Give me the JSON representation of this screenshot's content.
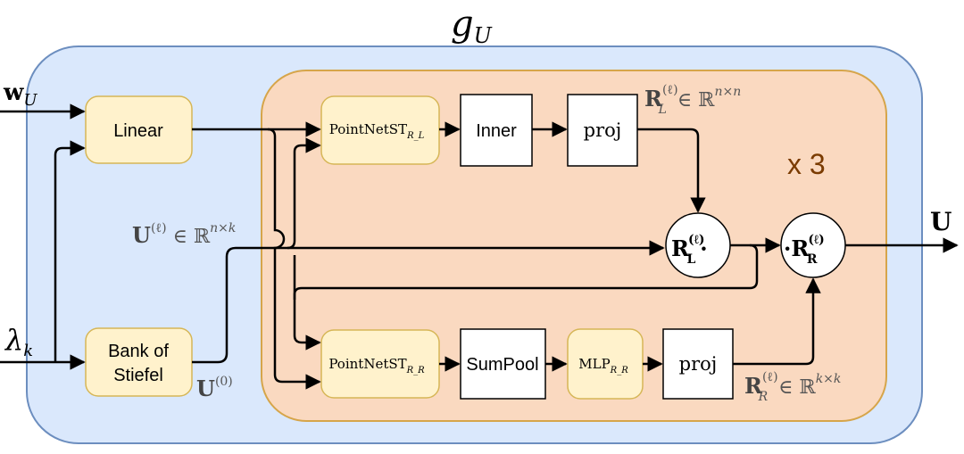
{
  "title": "g_U",
  "outer_container": {
    "label": "g_U"
  },
  "inner_container": {
    "repeat_label": "x 3"
  },
  "inputs": {
    "w_u": "w_U",
    "lambda_k": "λ_k"
  },
  "output": {
    "u": "U"
  },
  "blocks": {
    "linear": "Linear",
    "bank_line1": "Bank of",
    "bank_line2": "Stiefel",
    "pointnet_l": "PointNetST",
    "pointnet_l_sub": "R_L",
    "inner": "Inner",
    "proj_top": "proj",
    "pointnet_r": "PointNetST",
    "pointnet_r_sub": "R_R",
    "sumpool": "SumPool",
    "mlp": "MLP",
    "mlp_sub": "R_R",
    "proj_bottom": "proj"
  },
  "labels": {
    "u_ell": "U^(ℓ) ∈ ℝ^(n×k)",
    "u_zero": "U^(0)",
    "r_l": "R_L^(ℓ) ∈ ℝ^(n×n)",
    "r_r": "R_R^(ℓ) ∈ ℝ^(k×k)"
  },
  "operators": {
    "left_mult": "R_L^(ℓ)·",
    "right_mult": "·R_R^(ℓ)"
  },
  "colors": {
    "outer_fill": "#dae8fc",
    "outer_stroke": "#6c8ebf",
    "inner_fill": "#fad9c0",
    "inner_stroke": "#d6a54a",
    "block_fill": "#fff2cc",
    "block_stroke": "#d6b656",
    "repeat_text": "#7a3b00"
  }
}
